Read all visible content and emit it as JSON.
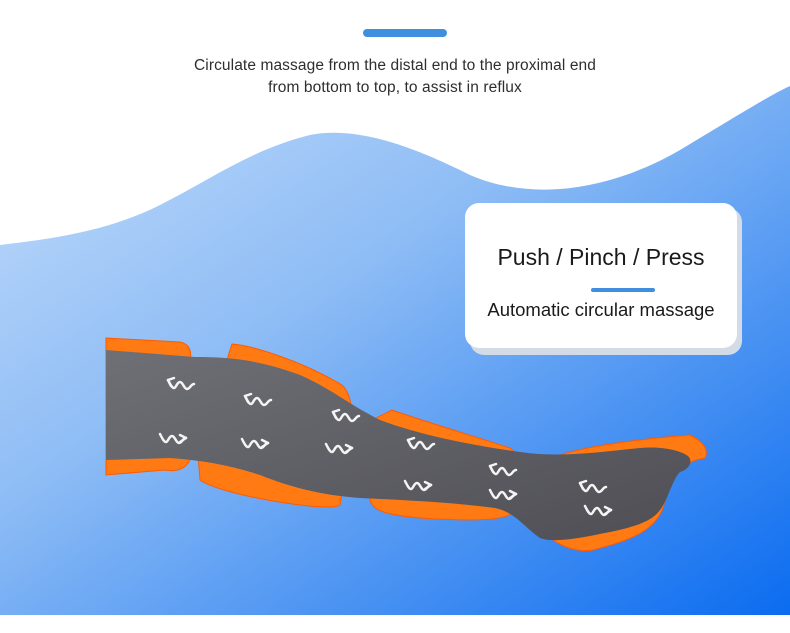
{
  "caption": {
    "line1": "Circulate massage from the distal end to the proximal end",
    "line2": "from bottom to top, to assist in reflux"
  },
  "card": {
    "title": "Push / Pinch / Press",
    "subtitle": "Automatic circular massage"
  },
  "icons": {
    "arrow": "wavy-arrow-icon",
    "leg": "leg-massager-boot-icon"
  },
  "colors": {
    "accent": "#3f8ee0",
    "gradient_light": "#a9cbf6",
    "gradient_dark": "#0d6fee",
    "sleeve_gray": "#5e5e64",
    "chamber_orange": "#ff7a12",
    "arrow_white": "#f2f2f2"
  }
}
